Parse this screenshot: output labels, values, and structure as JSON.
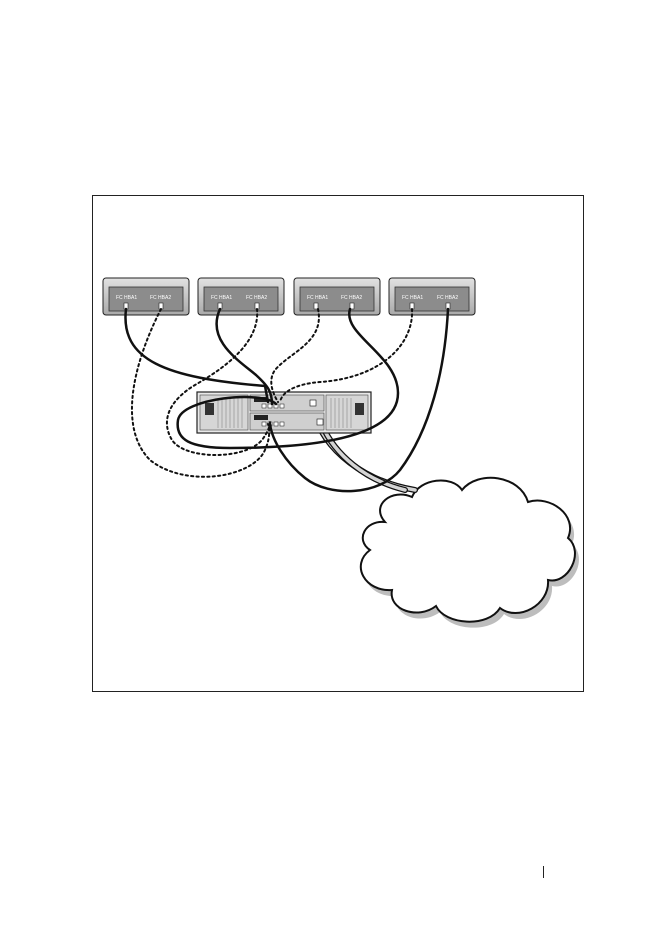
{
  "hosts": [
    {
      "port_labels": [
        "FC HBA1",
        "FC HBA2"
      ]
    },
    {
      "port_labels": [
        "FC HBA1",
        "FC HBA2"
      ]
    },
    {
      "port_labels": [
        "FC HBA1",
        "FC HBA2"
      ]
    },
    {
      "port_labels": [
        "FC HBA1",
        "FC HBA2"
      ]
    }
  ],
  "colors": {
    "cable_solid": "#111111",
    "cable_dotted": "#111111",
    "cable_lan": "#cccccc",
    "host_chassis": "#cfcfcf",
    "hba_panel": "#8c8c8c",
    "cloud_fill": "#ffffff",
    "cloud_shadow": "#bdbdbd"
  },
  "icons": [
    "server-host-icon",
    "storage-array-icon",
    "network-cloud-icon"
  ]
}
